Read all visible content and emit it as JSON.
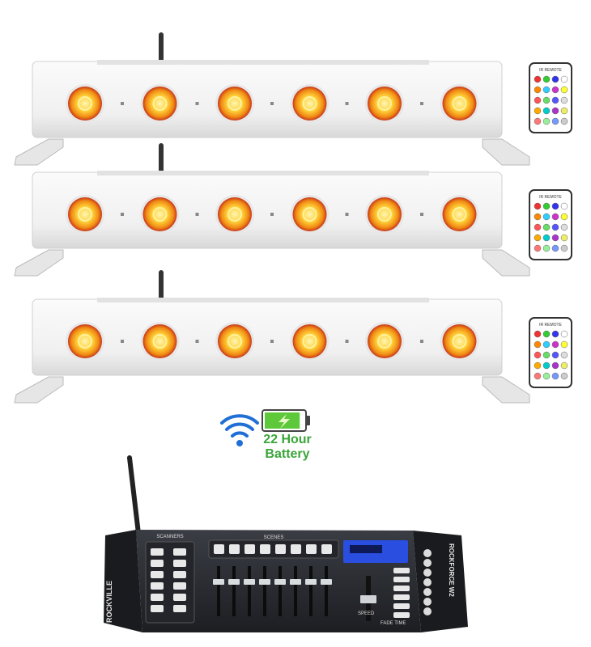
{
  "light_bars": [
    {
      "led_count": 6
    },
    {
      "led_count": 6
    },
    {
      "led_count": 6
    }
  ],
  "remotes": [
    {
      "header": "IR REMOTE"
    },
    {
      "header": "IR REMOTE"
    },
    {
      "header": "IR REMOTE"
    }
  ],
  "battery": {
    "line1": "22 Hour",
    "line2": "Battery",
    "text_color": "#3aa53a",
    "charge_level": 0.9
  },
  "controller": {
    "brand": "ROCKVILLE",
    "model": "ROCKFORCE W2",
    "scanners_label": "SCANNERS",
    "scenes_label": "SCENES",
    "speed_label": "SPEED",
    "fade_label": "FADE TIME"
  },
  "colors": {
    "bar_body": "#f4f4f4",
    "led_outer": "#d9341a",
    "led_inner": "#ffd23a",
    "wifi_blue": "#1f6fd6",
    "console_body": "#2a2d33",
    "display_blue": "#2a4fe0"
  }
}
